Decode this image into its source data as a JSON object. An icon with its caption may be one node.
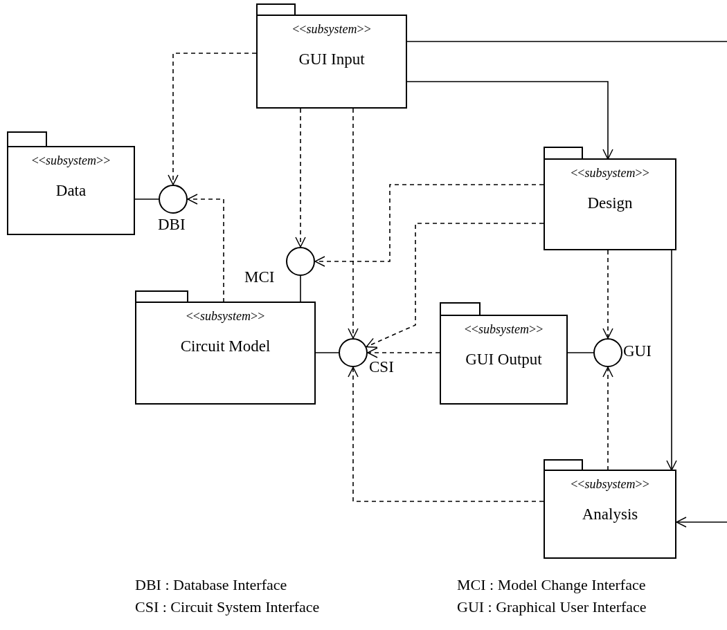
{
  "diagram": {
    "nodes": [
      {
        "text": [
          "<<*subsystem*>>",
          "GUI Input"
        ]
      },
      {
        "text": [
          "<<*subsystem*>>",
          "Data"
        ]
      },
      {
        "text": [],
        "shape": "circle",
        "beside": [
          "DBI"
        ]
      },
      {
        "text": [
          "<<*subsystem*>>",
          "Design"
        ]
      },
      {
        "text": [],
        "shape": "circle",
        "beside": [
          "MCI"
        ]
      },
      {
        "text": [
          "<<*subsystem*>>",
          "Circuit Model"
        ]
      },
      {
        "text": [],
        "shape": "circle",
        "beside": [
          "CSI"
        ]
      },
      {
        "text": [
          "<<*subsystem*>>",
          "GUI Output"
        ]
      },
      {
        "text": [],
        "shape": "circle",
        "beside": [
          "GUI"
        ]
      },
      {
        "text": [
          "<<*subsystem*>>",
          "Analysis"
        ]
      }
    ],
    "edges": [
      {
        "from": 0,
        "to": 2,
        "arrow": "to",
        "style": "dashed"
      },
      {
        "from": 1,
        "to": 2,
        "arrow": "none"
      },
      {
        "from": 5,
        "to": 2,
        "arrow": "to",
        "style": "dashed"
      },
      {
        "from": 0,
        "to": 4,
        "arrow": "to",
        "style": "dashed"
      },
      {
        "from": 0,
        "to": 6,
        "arrow": "to",
        "style": "dashed"
      },
      {
        "from": 0,
        "to": 3,
        "arrow": "to"
      },
      {
        "from": 0,
        "to": null,
        "arrow": "none"
      },
      {
        "from": 3,
        "to": 4,
        "arrow": "to",
        "style": "dashed"
      },
      {
        "from": 3,
        "to": 6,
        "arrow": "to",
        "style": "dashed"
      },
      {
        "from": 5,
        "to": 4,
        "arrow": "none"
      },
      {
        "from": 5,
        "to": 6,
        "arrow": "none"
      },
      {
        "from": 7,
        "to": 6,
        "arrow": "to",
        "style": "dashed"
      },
      {
        "from": 3,
        "to": 8,
        "arrow": "to",
        "style": "dashed"
      },
      {
        "from": 7,
        "to": 8,
        "arrow": "none"
      },
      {
        "from": 3,
        "to": 9,
        "arrow": "to"
      },
      {
        "from": 9,
        "to": 8,
        "arrow": "to",
        "style": "dashed"
      },
      {
        "from": 9,
        "to": 6,
        "arrow": "to",
        "style": "dashed"
      },
      {
        "from": null,
        "to": 9,
        "arrow": "to"
      }
    ],
    "labels": [
      "DBI : Database Interface",
      "MCI : Model Change Interface",
      "CSI : Circuit System Interface",
      "GUI : Graphical User Interface"
    ]
  }
}
